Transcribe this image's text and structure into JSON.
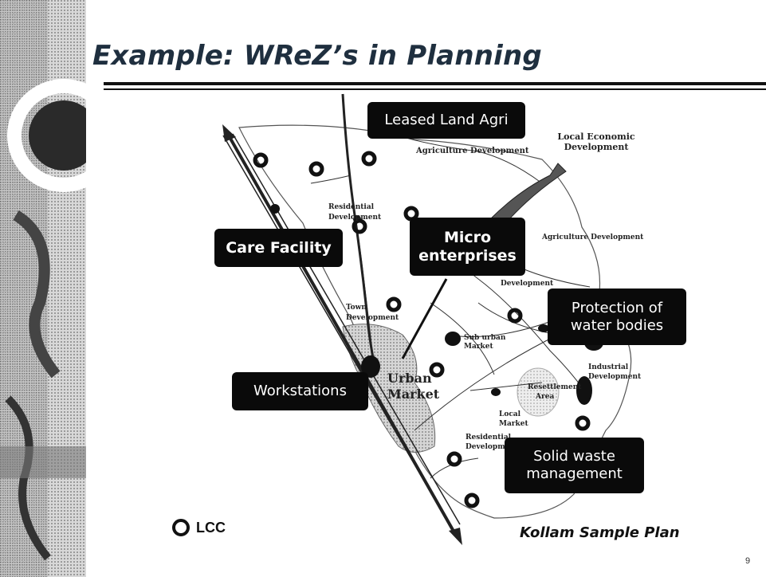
{
  "slide": {
    "title": "Example: WReZ’s in Planning",
    "page_number": "9",
    "caption": "Kollam Sample Plan",
    "legend": {
      "label": "LCC"
    }
  },
  "callouts": {
    "leased_land": "Leased Land Agri",
    "care_facility": "Care Facility",
    "micro_1": "Micro",
    "micro_2": "enterprises",
    "protection_1": "Protection of",
    "protection_2": "water bodies",
    "workstations": "Workstations",
    "solid_1": "Solid waste",
    "solid_2": "management"
  },
  "map_labels": {
    "agri_dev_top": "Agriculture Development",
    "local_econ_1": "Local Economic",
    "local_econ_2": "Development",
    "residential_1": "Residential",
    "residential_2": "Development",
    "agri_dev_right": "Agriculture Development",
    "commercial_2": "Development",
    "town_1": "Town",
    "town_2": "Development",
    "suburban_1": "Sub urban",
    "suburban_2": "Market",
    "urban_1": "Urban",
    "urban_2": "Market",
    "industrial_1": "Industrial",
    "industrial_2": "Development",
    "resettlement_1": "Resettlement",
    "resettlement_2": "Area",
    "local_market_1": "Local",
    "local_market_2": "Market",
    "res_dev2_1": "Residential",
    "res_dev2_2": "Development"
  },
  "colors": {
    "callout_bg": "#0a0a0a",
    "callout_text": "#ffffff",
    "title": "#1f2f3f"
  }
}
